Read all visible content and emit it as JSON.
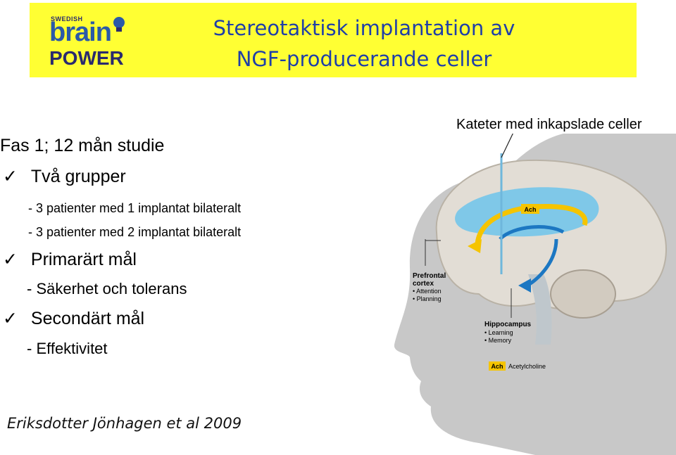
{
  "logo": {
    "line1": "SWEDISH",
    "line2": "brain",
    "line3": "POWER"
  },
  "title": {
    "line1": "Stereotaktisk implantation av",
    "line2": "NGF-producerande celler"
  },
  "content": {
    "phase": "Fas 1; 12 mån studie",
    "item1": "Två grupper",
    "sub1": "-  3 patienter med 1 implantat bilateralt",
    "sub2": "-  3 patienter med 2 implantat bilateralt",
    "item2": "Primarärt mål",
    "sub3": "- Säkerhet och tolerans",
    "item3": "Secondärt mål",
    "sub4": "- Effektivitet"
  },
  "figure": {
    "callout": "Kateter med inkapslade celler",
    "ach_tag": "Ach",
    "prefrontal_title1": "Prefrontal",
    "prefrontal_title2": "cortex",
    "prefrontal_item1": "• Attention",
    "prefrontal_item2": "• Planning",
    "hippo_title": "Hippocampus",
    "hippo_item1": "• Learning",
    "hippo_item2": "• Memory",
    "legend_tag": "Ach",
    "legend_text": "Acetylcholine"
  },
  "citation": "Eriksdotter Jönhagen et al 2009",
  "colors": {
    "banner": "#ffff33",
    "title": "#1f3fa8",
    "ach": "#f5c400",
    "ventricle": "#7fc8e8",
    "brain": "#e2ddd5",
    "head": "#c8c8c8"
  }
}
